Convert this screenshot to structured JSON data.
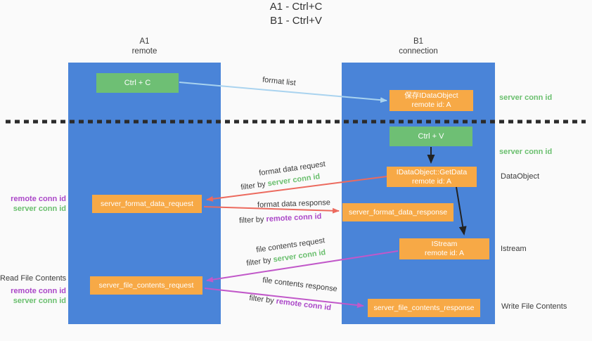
{
  "title": {
    "line1": "A1 - Ctrl+C",
    "line2": "B1 - Ctrl+V"
  },
  "lanes": {
    "left": {
      "name": "A1",
      "subtitle": "remote"
    },
    "right": {
      "name": "B1",
      "subtitle": "connection"
    }
  },
  "boxes": {
    "ctrl_c": "Ctrl + C",
    "ctrl_v": "Ctrl + V",
    "save_dataobject": {
      "line1": "保存IDataObject",
      "line2": "remote id: A"
    },
    "getdata": {
      "line1": "IDataObject::GetData",
      "line2": "remote id: A"
    },
    "istream": {
      "line1": "IStream",
      "line2": "remote id: A"
    },
    "format_request": "server_format_data_request",
    "format_response": "server_format_data_response",
    "file_request": "server_file_contents_request",
    "file_response": "server_file_contents_response"
  },
  "flow_labels": {
    "format_list": "format list",
    "format_data_request": "format data request",
    "format_data_response": "format data response",
    "file_contents_request": "file contents request",
    "file_contents_response": "file contents response",
    "filter_by": "filter by",
    "server_conn_id": "server conn id",
    "remote_conn_id": "remote conn id"
  },
  "side_labels": {
    "server_conn_id_top": "server conn id",
    "server_conn_id_mid": "server conn id",
    "dataobject": "DataObject",
    "istream": "Istream",
    "write_file_contents": "Write File Contents",
    "read_file_contents": "Read File Contents",
    "remote_conn_id": "remote conn id",
    "server_conn_id": "server conn id"
  },
  "colors": {
    "lane_blue": "#4a84d8",
    "box_green": "#6ebf74",
    "box_orange": "#f7a946",
    "arrow_lightblue": "#a9d3ef",
    "arrow_black": "#222222",
    "arrow_salmon": "#ec6a5e",
    "arrow_magenta": "#c158c9",
    "text_green": "#6abf6e",
    "text_purple": "#ab47c8",
    "divider_dots": "#2b2b2b"
  }
}
